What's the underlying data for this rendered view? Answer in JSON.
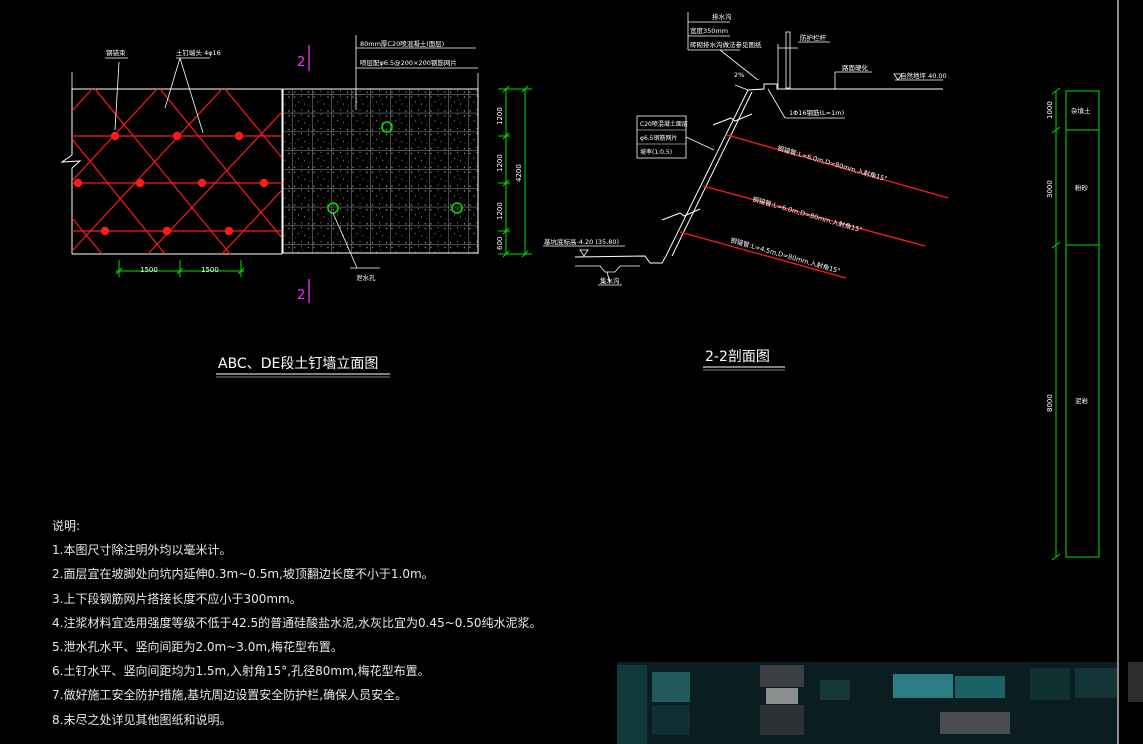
{
  "elevation": {
    "title": "ABC、DE段土钉墙立面图",
    "section_mark_top": "2",
    "section_mark_bottom": "2",
    "label_anchor": "钢锚束",
    "label_nail": "土钉端头 4φ16",
    "label_shotcrete": "80mm厚C20喷混凝土(面层)",
    "label_mesh": "喷层配φ6.5@200×200钢筋网片",
    "label_drain": "泄水孔",
    "dim_h1": "1500",
    "dim_h2": "1500",
    "dim_v": [
      "1200",
      "1200",
      "1200",
      "600"
    ],
    "dim_total": "4200"
  },
  "section": {
    "title": "2-2剖面图",
    "label_drain_ditch": "排水沟",
    "label_width": "宽度350mm",
    "label_ditch_note": "砖砌排水沟做法参见图纸",
    "label_rail": "防护栏杆",
    "label_ground": "路面硬化",
    "label_top_elev": "自然地坪 40.00",
    "label_slope": "2%",
    "label_bar": "1Φ16钢筋(L=1m)",
    "label_layer": "C20喷混凝土面层",
    "label_mesh": "φ6.5钢筋网片",
    "label_grade": "坡率(1:0.5)",
    "nail1": "钢锚管:L=6.0m,D=80mm,入射角15°",
    "nail2": "钢锚管:L=6.0m,D=80mm,入射角15°",
    "nail3": "钢锚管:L=4.5m,D=80mm,入射角15°",
    "label_base_elev": "基坑底标高-4.20 (35.80)",
    "label_collect": "集水沟"
  },
  "column": {
    "dims": [
      "1000",
      "3000",
      "8000"
    ],
    "layers": [
      "杂填土",
      "粉砂",
      "泥岩"
    ]
  },
  "notes": {
    "heading": "说明:",
    "lines": [
      "1.本图尺寸除注明外均以毫米计。",
      "2.面层宜在坡脚处向坑内延伸0.3m~0.5m,坡顶翻边长度不小于1.0m。",
      "3.上下段钢筋网片搭接长度不应小于300mm。",
      "4.注浆材料宜选用强度等级不低于42.5的普通硅酸盐水泥,水灰比宜为0.45~0.50纯水泥浆。",
      "5.泄水孔水平、竖向间距为2.0m~3.0m,梅花型布置。",
      "6.土钉水平、竖向间距均为1.5m,入射角15°,孔径80mm,梅花型布置。",
      "7.做好施工安全防护措施,基坑周边设置安全防护栏,确保人员安全。",
      "8.未尽之处详见其他图纸和说明。"
    ]
  },
  "colors": {
    "background": "#000000",
    "line_white": "#ffffff",
    "nail_red": "#ff1a1a",
    "dim_green": "#00e000",
    "section_magenta": "#ff2bff"
  }
}
